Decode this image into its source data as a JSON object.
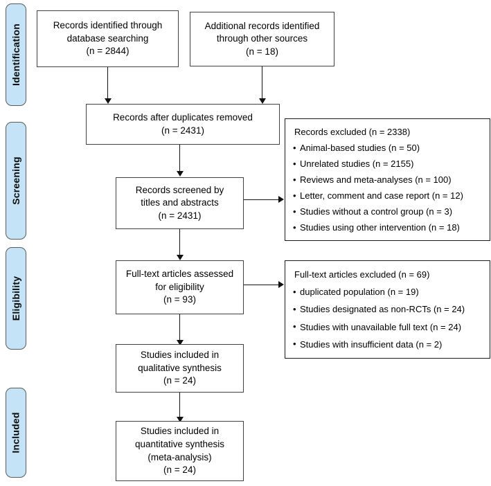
{
  "diagram": {
    "title": "PRISMA study selection flow diagram",
    "colors": {
      "stage_pill_fill": "#c5e3f6",
      "stage_pill_border": "#5a5a5a",
      "box_border": "#404040",
      "connector": "#111111",
      "text": "#000000",
      "background": "#ffffff"
    }
  },
  "stages": [
    {
      "id": "identification",
      "label": "Identification"
    },
    {
      "id": "screening",
      "label": "Screening"
    },
    {
      "id": "eligibility",
      "label": "Eligibility"
    },
    {
      "id": "included",
      "label": "Included"
    }
  ],
  "boxes": {
    "records_database": {
      "line1": "Records identified through",
      "line2": "database searching",
      "line3": "(n = 2844)",
      "n": 2844
    },
    "records_other": {
      "line1": "Additional records identified",
      "line2": "through other sources",
      "line3": "(n = 18)",
      "n": 18
    },
    "after_duplicates": {
      "line1": "Records after duplicates removed",
      "line2": "(n = 2431)",
      "n": 2431
    },
    "screened": {
      "line1": "Records screened by",
      "line2": "titles and abstracts",
      "line3": "(n = 2431)",
      "n": 2431
    },
    "fulltext_assessed": {
      "line1": "Full-text articles assessed",
      "line2": "for eligibility",
      "line3": "(n = 93)",
      "n": 93
    },
    "qualitative": {
      "line1": "Studies included in",
      "line2": "qualitative synthesis",
      "line3": "(n = 24)",
      "n": 24
    },
    "quantitative": {
      "line1": "Studies included in",
      "line2": "quantitative synthesis",
      "line3": "(meta-analysis)",
      "line4": "(n = 24)",
      "n": 24
    }
  },
  "exclusions": {
    "records_excluded": {
      "heading": "Records excluded (n = 2338)",
      "total": 2338,
      "items": [
        {
          "label": "Animal-based studies (n = 50)",
          "n": 50
        },
        {
          "label": "Unrelated studies (n = 2155)",
          "n": 2155
        },
        {
          "label": "Reviews and meta-analyses (n = 100)",
          "n": 100
        },
        {
          "label": "Letter, comment and case report (n = 12)",
          "n": 12
        },
        {
          "label": "Studies without a control group (n = 3)",
          "n": 3
        },
        {
          "label": "Studies using other intervention (n = 18)",
          "n": 18
        }
      ]
    },
    "fulltext_excluded": {
      "heading": "Full-text articles excluded (n = 69)",
      "total": 69,
      "items": [
        {
          "label": "duplicated population (n = 19)",
          "n": 19
        },
        {
          "label": "Studies designated as non-RCTs (n = 24)",
          "n": 24
        },
        {
          "label": "Studies with unavailable full text (n = 24)",
          "n": 24
        },
        {
          "label": "Studies with insufficient data (n = 2)",
          "n": 2
        }
      ]
    }
  }
}
